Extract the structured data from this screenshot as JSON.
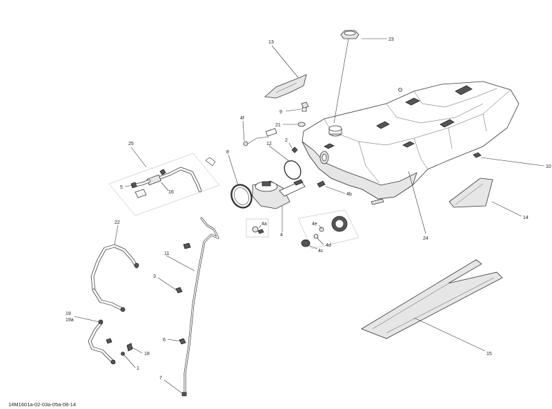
{
  "diagram": {
    "drawing_code": "14M1601a-02-03a-05a-08-14",
    "callouts": {
      "c1": "1",
      "c2": "2",
      "c3": "3",
      "c4": "4",
      "c4a": "4a",
      "c4b": "4b",
      "c4c": "4c",
      "c4d": "4d",
      "c4e": "4e",
      "c4f": "4f",
      "c5": "5",
      "c6": "6",
      "c7": "7",
      "c8": "8",
      "c9": "9",
      "c10": "10",
      "c11": "11",
      "c12": "12",
      "c13": "13",
      "c14": "14",
      "c15": "15",
      "c16": "16",
      "c18": "18",
      "c19": "19",
      "c19a": "19a",
      "c21": "21",
      "c22": "22",
      "c23": "23",
      "c24": "24",
      "c25": "25"
    }
  }
}
